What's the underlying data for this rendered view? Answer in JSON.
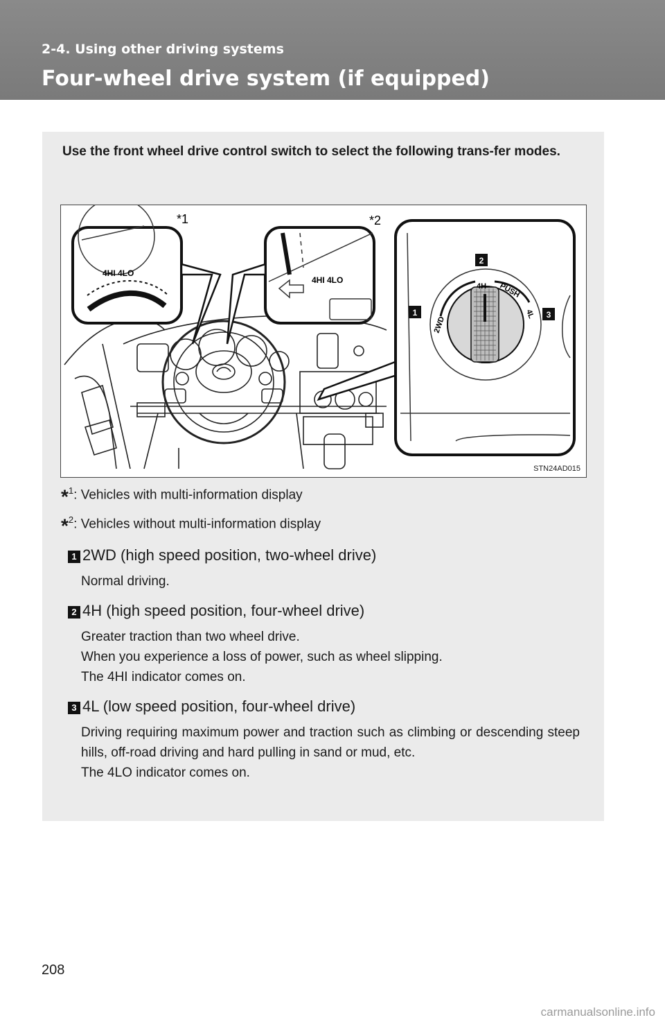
{
  "header": {
    "section": "2-4. Using other driving systems",
    "title": "Four-wheel drive system (if equipped)"
  },
  "intro": "Use the front wheel drive control switch to select the following trans-fer modes.",
  "figure": {
    "id": "STN24AD015",
    "inset_labels": {
      "star1": "*1",
      "star2": "*2",
      "indicator_text": "4HI   4LO"
    },
    "dial_labels": [
      "2WD",
      "4H",
      "PUSH",
      "4L"
    ],
    "callouts": [
      "1",
      "2",
      "3"
    ]
  },
  "footnotes": [
    {
      "mark": "*",
      "sup": "1",
      "text": ":  Vehicles with multi-information display"
    },
    {
      "mark": "*",
      "sup": "2",
      "text": ":  Vehicles without multi-information display"
    }
  ],
  "modes": [
    {
      "num": "1",
      "heading": "2WD (high speed position, two-wheel drive)",
      "lines": [
        "Normal driving."
      ]
    },
    {
      "num": "2",
      "heading": "4H (high speed position, four-wheel drive)",
      "lines": [
        "Greater traction than two wheel drive.",
        "When you experience a loss of power, such as wheel slipping.",
        "The 4HI indicator comes on."
      ]
    },
    {
      "num": "3",
      "heading": "4L (low speed position, four-wheel drive)",
      "paragraph": "Driving requiring maximum power and traction such as climbing or descending steep hills, off-road driving and hard pulling in sand or mud, etc.",
      "lines": [
        "The 4LO indicator comes on."
      ]
    }
  ],
  "page_number": "208",
  "watermark": "carmanualsonline.info"
}
